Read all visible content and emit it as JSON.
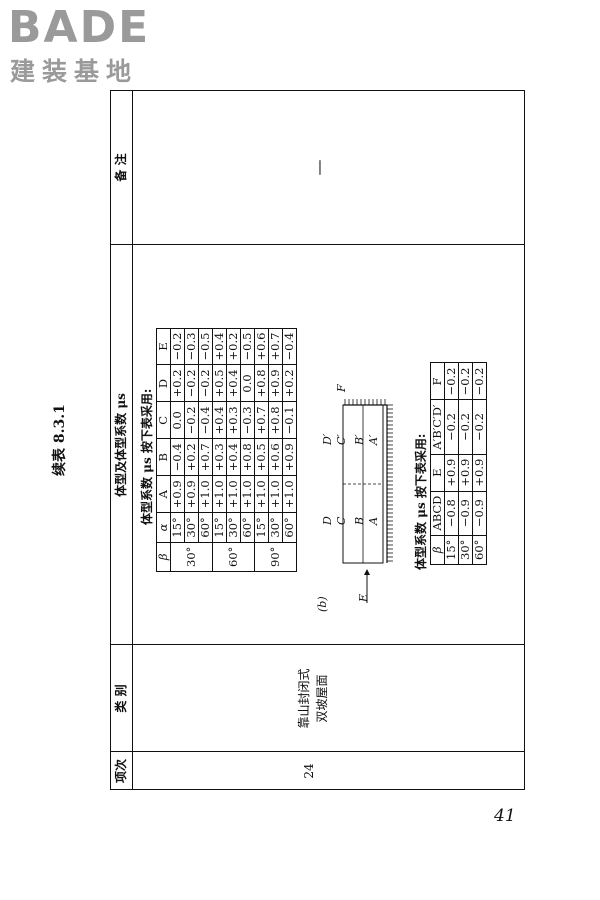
{
  "logo": {
    "main": "BADE",
    "sub": "建装基地"
  },
  "page_number": "41",
  "table_caption": "续表 8.3.1",
  "headers": {
    "item_no": "项次",
    "category": "类 别",
    "coefficient": "体型及体型系数 μs",
    "remarks": "备 注"
  },
  "row": {
    "number": "24",
    "category_line1": "靠山封闭式",
    "category_line2": "双坡屋面",
    "remarks": "—",
    "figure_label": "(b)"
  },
  "table1": {
    "title": "体型系数 μs 按下表采用:",
    "columns": [
      "β",
      "α",
      "A",
      "B",
      "C",
      "D",
      "E"
    ],
    "groups": [
      {
        "beta": "30°",
        "rows": [
          [
            "15°",
            "+0.9",
            "−0.4",
            "0.0",
            "+0.2",
            "−0.2"
          ],
          [
            "30°",
            "+0.9",
            "+0.2",
            "−0.2",
            "−0.2",
            "−0.3"
          ],
          [
            "60°",
            "+1.0",
            "+0.7",
            "−0.4",
            "−0.2",
            "−0.5"
          ]
        ]
      },
      {
        "beta": "60°",
        "rows": [
          [
            "15°",
            "+1.0",
            "+0.3",
            "+0.4",
            "+0.5",
            "+0.4"
          ],
          [
            "30°",
            "+1.0",
            "+0.4",
            "+0.3",
            "+0.4",
            "+0.2"
          ],
          [
            "60°",
            "+1.0",
            "+0.8",
            "−0.3",
            "0.0",
            "−0.5"
          ]
        ]
      },
      {
        "beta": "90°",
        "rows": [
          [
            "15°",
            "+1.0",
            "+0.5",
            "+0.7",
            "+0.8",
            "+0.6"
          ],
          [
            "30°",
            "+1.0",
            "+0.6",
            "+0.8",
            "+0.9",
            "+0.7"
          ],
          [
            "60°",
            "+1.0",
            "+0.9",
            "−0.1",
            "+0.2",
            "−0.4"
          ]
        ]
      }
    ]
  },
  "diagram": {
    "labels": {
      "E": "E",
      "F": "F",
      "A": "A",
      "B": "B",
      "C": "C",
      "D": "D",
      "A2": "A′",
      "B2": "B′",
      "C2": "C′",
      "D2": "D′"
    }
  },
  "table2": {
    "title": "体型系数 μs 按下表采用:",
    "columns": [
      "β",
      "ABCD",
      "E",
      "A′B′C′D′",
      "F"
    ],
    "rows": [
      [
        "15°",
        "−0.8",
        "+0.9",
        "−0.2",
        "−0.2"
      ],
      [
        "30°",
        "−0.9",
        "+0.9",
        "−0.2",
        "−0.2"
      ],
      [
        "60°",
        "−0.9",
        "+0.9",
        "−0.2",
        "−0.2"
      ]
    ]
  }
}
